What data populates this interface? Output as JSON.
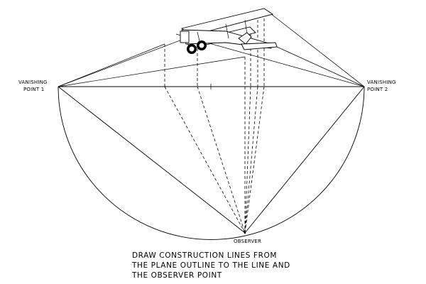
{
  "labels": {
    "vp1_line1": "VANISHING",
    "vp1_line2": "POINT 1",
    "vp2_line1": "VANISHING",
    "vp2_line2": "POINT 2",
    "observer": "OBSERVER"
  },
  "caption": {
    "line1": "DRAW CONSTRUCTION LINES FROM",
    "line2": "THE PLANE OUTLINE TO THE LINE AND",
    "line3": "THE OBSERVER POINT"
  },
  "colors": {
    "ink": "#000000",
    "background": "#ffffff"
  }
}
